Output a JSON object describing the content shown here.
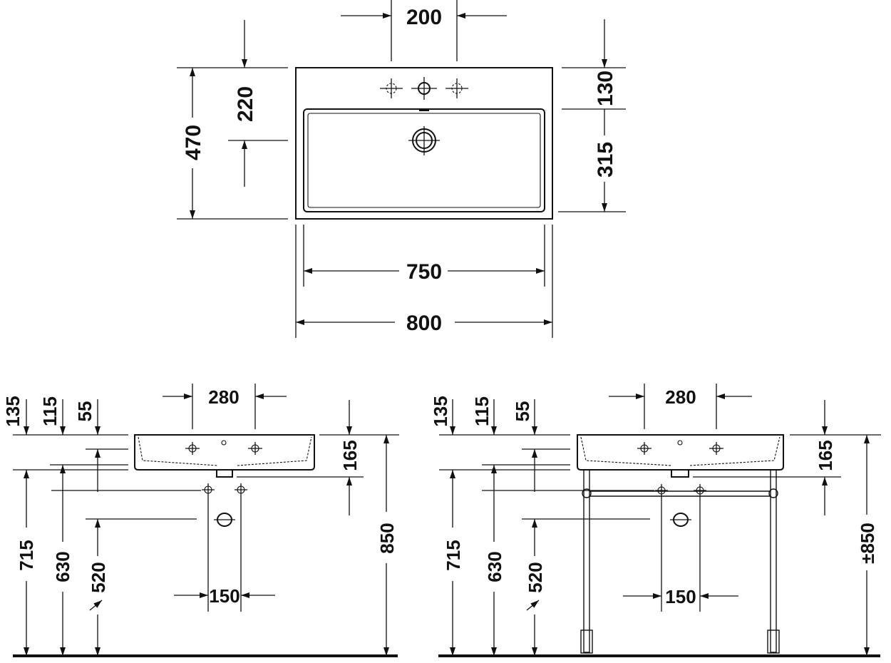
{
  "top_view": {
    "dim_tap_spacing": "200",
    "dim_depth_total": "470",
    "dim_depth_to_drain": "220",
    "dim_rear_to_bowl": "130",
    "dim_bowl_depth": "315",
    "dim_bowl_width": "750",
    "dim_total_width": "800"
  },
  "side_left": {
    "dim_135": "135",
    "dim_115": "115",
    "dim_55": "55",
    "dim_280": "280",
    "dim_165": "165",
    "dim_715": "715",
    "dim_630": "630",
    "dim_520": "520",
    "dim_150": "150",
    "dim_850": "850"
  },
  "side_right": {
    "dim_135": "135",
    "dim_115": "115",
    "dim_55": "55",
    "dim_280": "280",
    "dim_165": "165",
    "dim_715": "715",
    "dim_630": "630",
    "dim_520": "520",
    "dim_150": "150",
    "dim_850": "850",
    "dim_850_prefix": "±"
  }
}
